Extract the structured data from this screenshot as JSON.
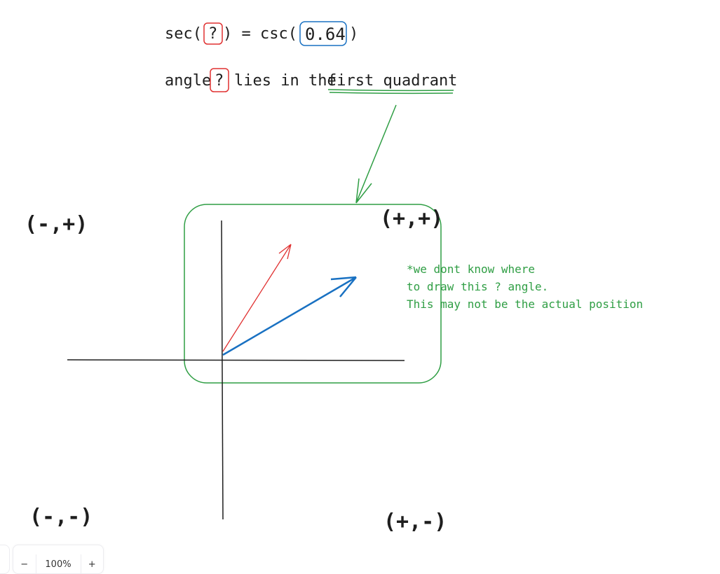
{
  "equation": {
    "prefix": "sec(",
    "unknown": "?",
    "middle": ") = csc(",
    "value": "0.64",
    "suffix": ")"
  },
  "statement": {
    "prefix": "angle",
    "unknown": "?",
    "middle": "lies in the",
    "highlight": "first quadrant"
  },
  "quadrants": {
    "q2": "(-,+)",
    "q1": "(+,+)",
    "q3": "(-,-)",
    "q4": "(+,-)"
  },
  "note": [
    "*we dont know where",
    "to draw this ? angle.",
    "This may not be the actual position"
  ],
  "colors": {
    "red": "#e03131",
    "blue": "#1971c2",
    "green": "#2f9e44",
    "ink": "#1e1e1e"
  },
  "zoom": {
    "minus": "−",
    "level": "100%",
    "plus": "+"
  }
}
